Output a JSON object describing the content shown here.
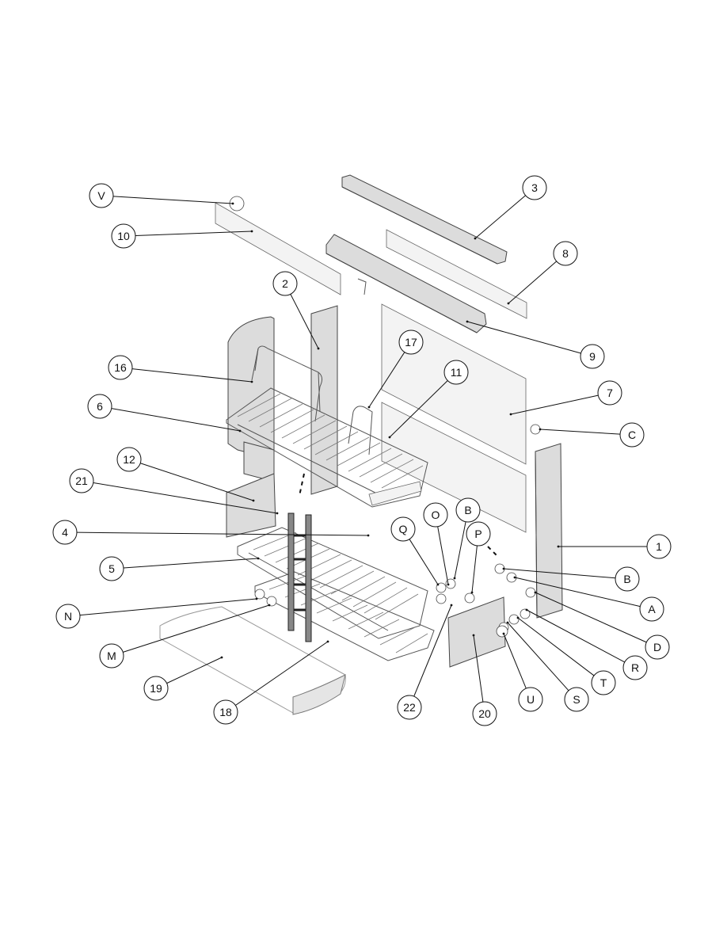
{
  "callouts": [
    {
      "id": "V",
      "label": "V"
    },
    {
      "id": "10",
      "label": "10"
    },
    {
      "id": "3",
      "label": "3"
    },
    {
      "id": "8",
      "label": "8"
    },
    {
      "id": "2",
      "label": "2"
    },
    {
      "id": "9",
      "label": "9"
    },
    {
      "id": "17",
      "label": "17"
    },
    {
      "id": "16",
      "label": "16"
    },
    {
      "id": "11",
      "label": "11"
    },
    {
      "id": "7",
      "label": "7"
    },
    {
      "id": "6",
      "label": "6"
    },
    {
      "id": "C",
      "label": "C"
    },
    {
      "id": "12",
      "label": "12"
    },
    {
      "id": "21",
      "label": "21"
    },
    {
      "id": "O",
      "label": "O"
    },
    {
      "id": "B1",
      "label": "B"
    },
    {
      "id": "Q",
      "label": "Q"
    },
    {
      "id": "P",
      "label": "P"
    },
    {
      "id": "4",
      "label": "4"
    },
    {
      "id": "1",
      "label": "1"
    },
    {
      "id": "5",
      "label": "5"
    },
    {
      "id": "B2",
      "label": "B"
    },
    {
      "id": "A",
      "label": "A"
    },
    {
      "id": "N",
      "label": "N"
    },
    {
      "id": "D",
      "label": "D"
    },
    {
      "id": "R",
      "label": "R"
    },
    {
      "id": "M",
      "label": "M"
    },
    {
      "id": "T",
      "label": "T"
    },
    {
      "id": "19",
      "label": "19"
    },
    {
      "id": "S",
      "label": "S"
    },
    {
      "id": "U",
      "label": "U"
    },
    {
      "id": "22",
      "label": "22"
    },
    {
      "id": "18",
      "label": "18"
    },
    {
      "id": "20",
      "label": "20"
    }
  ]
}
